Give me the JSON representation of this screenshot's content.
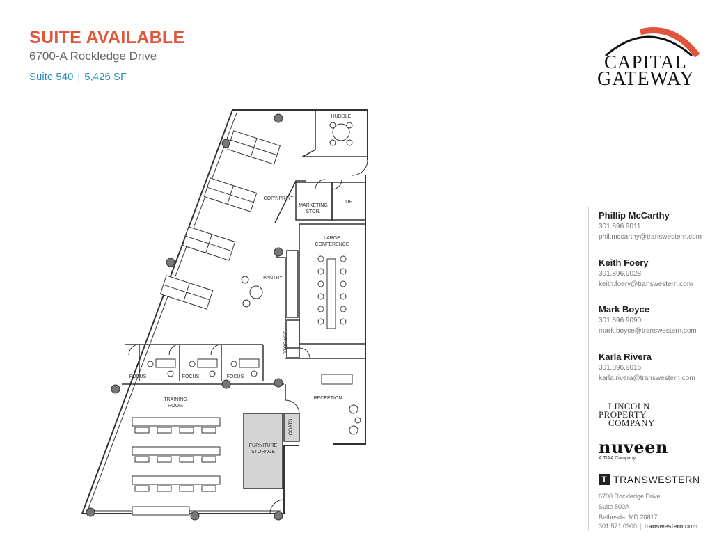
{
  "header": {
    "title": "SUITE AVAILABLE",
    "address": "6700-A Rockledge Drive",
    "suite": "Suite 540",
    "area": "5,426 SF"
  },
  "logo": {
    "line1": "CAPITAL",
    "line2": "GATEWAY",
    "arc_color": "#e1553a"
  },
  "contacts": [
    {
      "name": "Phillip McCarthy",
      "phone": "301.896.9011",
      "email": "phil.mccarthy@transwestern.com"
    },
    {
      "name": "Keith Foery",
      "phone": "301.896.9028",
      "email": "keith.foery@transwestern.com"
    },
    {
      "name": "Mark Boyce",
      "phone": "301.896.9090",
      "email": "mark.boyce@transwestern.com"
    },
    {
      "name": "Karla Rivera",
      "phone": "301.896.9016",
      "email": "karla.rivera@transwestern.com"
    }
  ],
  "partners": {
    "lpc": [
      "LINCOLN",
      "PROPERTY",
      "COMPANY"
    ],
    "nuveen": "nuveen",
    "nuveen_sub": "A TIAA Company",
    "transwestern": "TRANSWESTERN",
    "tw_icon": "T",
    "tw_address1": "6700 Rockledge Drive",
    "tw_address2": "Suite 500A",
    "tw_address3": "Bethesda, MD 20817",
    "tw_phone": "301.571.0900",
    "tw_web": "transwestern.com"
  },
  "floorplan": {
    "labels": {
      "huddle": "HUDDLE",
      "copy_print": "COPY/PRINT",
      "marketing_1": "MARKETING",
      "marketing_2": "STOR.",
      "idf": "IDF",
      "large_conf_1": "LARGE",
      "large_conf_2": "CONFERENCE",
      "pantry": "PANTRY",
      "storage": "STORAGE",
      "focus": "FOCUS",
      "training_1": "TRAINING",
      "training_2": "ROOM",
      "reception": "RECEPTION",
      "coats": "COATS",
      "furniture_1": "FURNITURE",
      "furniture_2": "STORAGE"
    },
    "colors": {
      "wall": "#333333",
      "storage_fill": "#d4d4d4",
      "column": "#777777"
    }
  }
}
